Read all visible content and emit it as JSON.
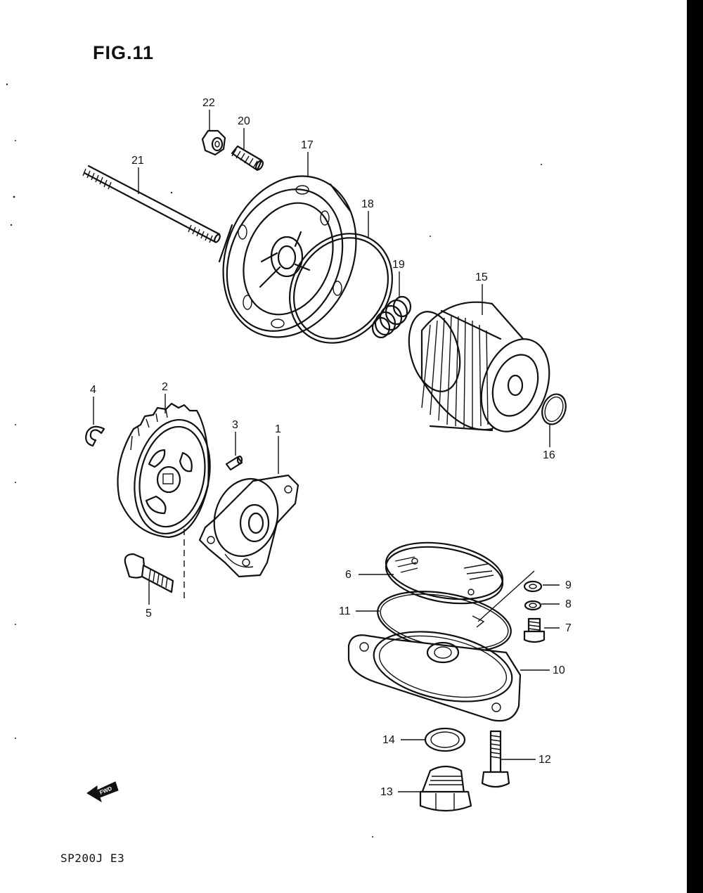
{
  "figure": {
    "title": "FIG.11",
    "model_code": "SP200J E3",
    "fwd_label": "FWD"
  },
  "callouts": [
    {
      "id": "c1",
      "text": "1"
    },
    {
      "id": "c2",
      "text": "2"
    },
    {
      "id": "c3",
      "text": "3"
    },
    {
      "id": "c4",
      "text": "4"
    },
    {
      "id": "c5",
      "text": "5"
    },
    {
      "id": "c6",
      "text": "6"
    },
    {
      "id": "c7",
      "text": "7"
    },
    {
      "id": "c8",
      "text": "8"
    },
    {
      "id": "c9",
      "text": "9"
    },
    {
      "id": "c10",
      "text": "10"
    },
    {
      "id": "c11",
      "text": "11"
    },
    {
      "id": "c12",
      "text": "12"
    },
    {
      "id": "c13",
      "text": "13"
    },
    {
      "id": "c14",
      "text": "14"
    },
    {
      "id": "c15",
      "text": "15"
    },
    {
      "id": "c16",
      "text": "16"
    },
    {
      "id": "c17",
      "text": "17"
    },
    {
      "id": "c18",
      "text": "18"
    },
    {
      "id": "c19",
      "text": "19"
    },
    {
      "id": "c20",
      "text": "20"
    },
    {
      "id": "c21",
      "text": "21"
    },
    {
      "id": "c22",
      "text": "22"
    }
  ]
}
